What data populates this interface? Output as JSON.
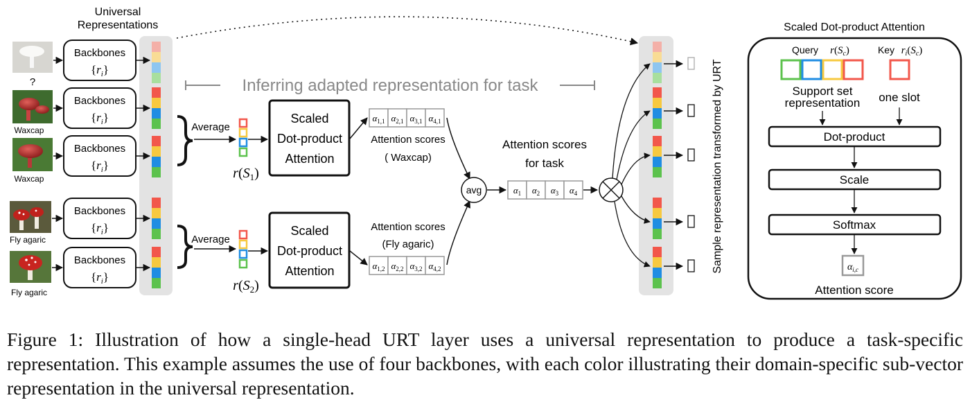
{
  "title_universal": [
    "Universal",
    "Representations"
  ],
  "inferring_label": "Inferring adapted representation for task",
  "vertical_label": "Sample representation transformed by URT",
  "backbones": {
    "line1": "Backbones",
    "line2": "{r_i}"
  },
  "question_mark": "?",
  "image_labels": [
    "Waxcap",
    "Waxcap",
    "Fly agaric",
    "Fly agaric"
  ],
  "average_label": "Average",
  "r_s1": "r(S1)",
  "r_s2": "r(S2)",
  "sdpa_box": [
    "Scaled",
    "Dot-product",
    "Attention"
  ],
  "attn_scores_1": [
    "Attention scores",
    "( Waxcap)"
  ],
  "attn_scores_2": [
    "Attention scores",
    "(Fly agaric)"
  ],
  "avg_label": "avg",
  "attn_task": [
    "Attention scores",
    "for task"
  ],
  "alpha_row1": [
    "α1,1",
    "α2,1",
    "α3,1",
    "α4,1"
  ],
  "alpha_row2": [
    "α1,2",
    "α2,2",
    "α3,2",
    "α4,2"
  ],
  "alpha_task": [
    "α1",
    "α2",
    "α3",
    "α4"
  ],
  "panel": {
    "title": "Scaled Dot-product Attention",
    "query": "Query",
    "query_sub": "r(Sc)",
    "key": "Key",
    "key_sub": "ri(Sc)",
    "support": [
      "Support set",
      "representation"
    ],
    "one_slot": "one slot",
    "steps": [
      "Dot-product",
      "Scale",
      "Softmax"
    ],
    "alpha_ic": "αi,c",
    "score_label": "Attention score"
  },
  "colors": {
    "red": "#f2574b",
    "yellow": "#f7c940",
    "blue": "#1f8de3",
    "green": "#5cc24d"
  },
  "caption": "Figure 1: Illustration of how a single-head URT layer uses a universal representation to produce a task-specific representation. This example assumes the use of four backbones, with each color illustrating their domain-specific sub-vector representation in the universal representation."
}
